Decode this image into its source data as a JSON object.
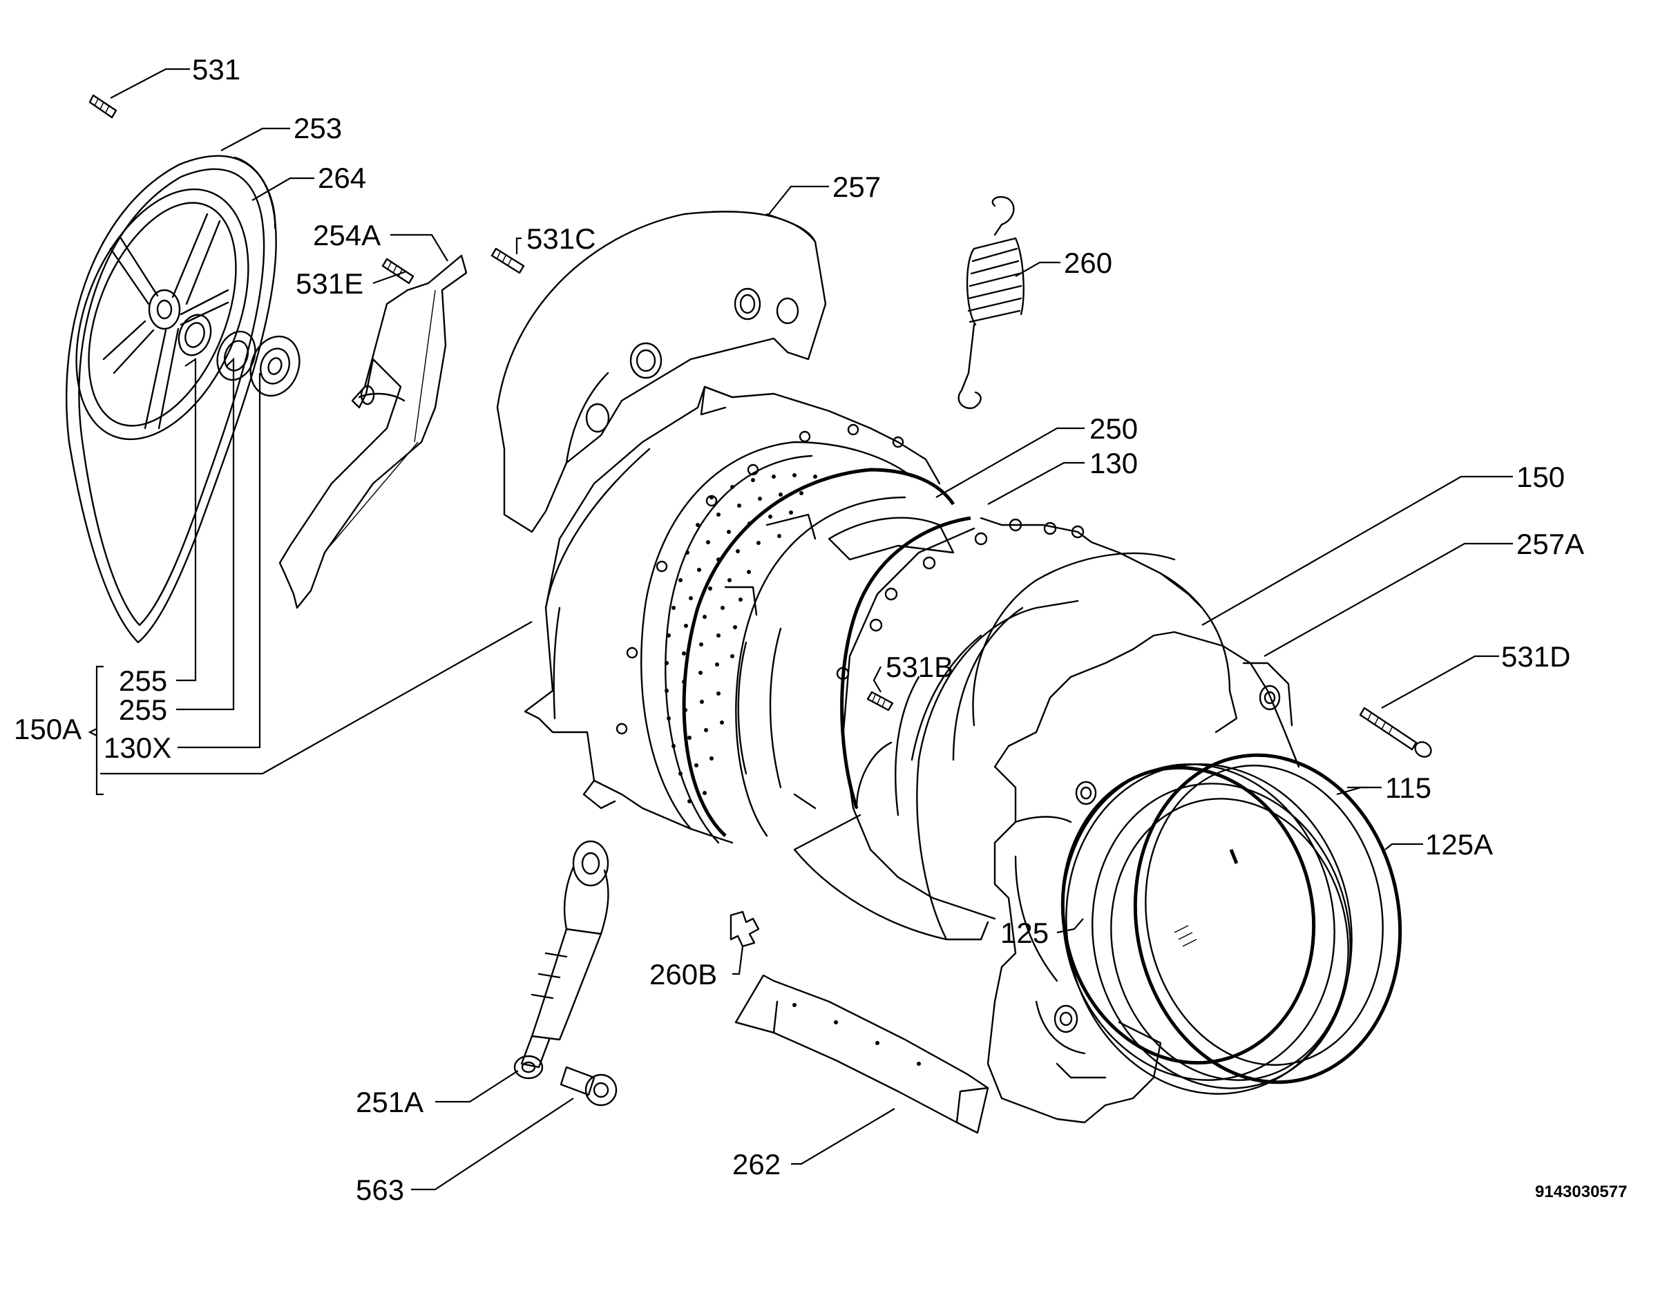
{
  "diagram": {
    "labels": {
      "p531": "531",
      "p253": "253",
      "p264": "264",
      "p257": "257",
      "p254A": "254A",
      "p531C": "531C",
      "p531E": "531E",
      "p260": "260",
      "p250": "250",
      "p130": "130",
      "p150": "150",
      "p257A": "257A",
      "p531D": "531D",
      "p531B": "531B",
      "p255a": "255",
      "p255b": "255",
      "p150A": "150A",
      "p130X": "130X",
      "p115": "115",
      "p125A": "125A",
      "p125": "125",
      "p260B": "260B",
      "p251A": "251A",
      "p563": "563",
      "p262": "262"
    },
    "drawing_code": "9143030577"
  }
}
